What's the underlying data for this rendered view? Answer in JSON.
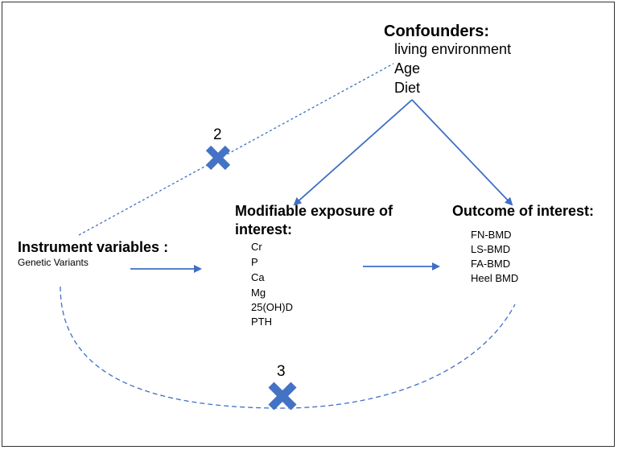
{
  "colors": {
    "arrow": "#3f6ec5",
    "cross": "#4472c4"
  },
  "confounders": {
    "title": "Confounders:",
    "items": [
      "living environment",
      "Age",
      "Diet"
    ]
  },
  "exposure": {
    "title_line1": "Modifiable exposure of",
    "title_line2": "interest:",
    "items": [
      "Cr",
      "P",
      "Ca",
      "Mg",
      "25(OH)D",
      "PTH"
    ]
  },
  "outcome": {
    "title": "Outcome of interest:",
    "items": [
      "FN-BMD",
      "LS-BMD",
      "FA-BMD",
      "Heel BMD"
    ]
  },
  "instrument": {
    "title": "Instrument variables :",
    "subtitle": "Genetic Variants"
  },
  "crosses": [
    {
      "label": "2",
      "icon": "cross-mark-icon"
    },
    {
      "label": "3",
      "icon": "cross-mark-icon"
    }
  ]
}
